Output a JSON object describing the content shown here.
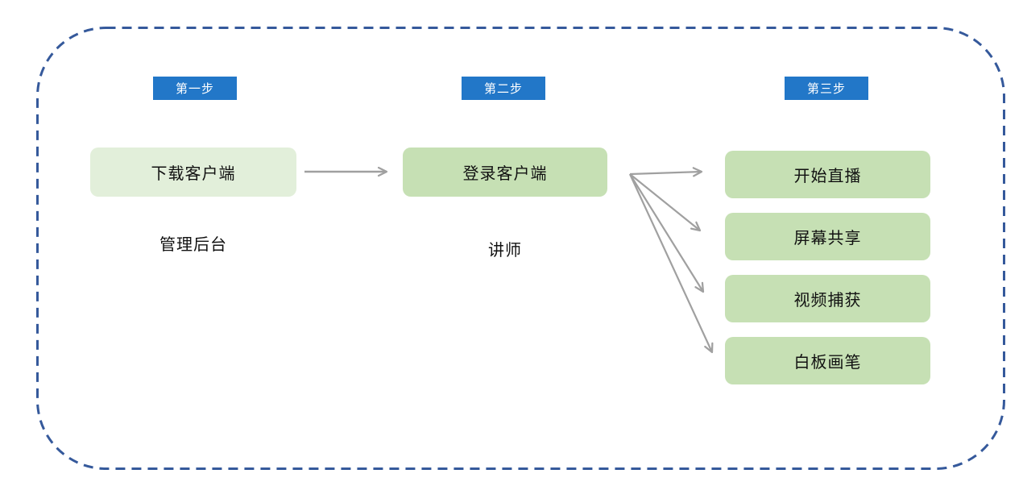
{
  "colors": {
    "frame_border": "#35599b",
    "badge_bg": "#2277c8",
    "badge_text": "#ffffff",
    "box_light_green": "#e2efda",
    "box_green": "#c6e0b4",
    "arrow_gray": "#a0a0a0",
    "label_text": "#111111",
    "background": "#ffffff"
  },
  "diagram": {
    "type": "flowchart",
    "steps": [
      {
        "badge": "第一步",
        "node": "下载客户端",
        "caption": "管理后台"
      },
      {
        "badge": "第二步",
        "node": "登录客户端",
        "caption": "讲师"
      },
      {
        "badge": "第三步",
        "nodes": [
          "开始直播",
          "屏幕共享",
          "视频捕获",
          "白板画笔"
        ]
      }
    ],
    "connections": [
      {
        "from": "下载客户端",
        "to": "登录客户端"
      },
      {
        "from": "登录客户端",
        "to": "开始直播"
      },
      {
        "from": "登录客户端",
        "to": "屏幕共享"
      },
      {
        "from": "登录客户端",
        "to": "视频捕获"
      },
      {
        "from": "登录客户端",
        "to": "白板画笔"
      }
    ]
  }
}
